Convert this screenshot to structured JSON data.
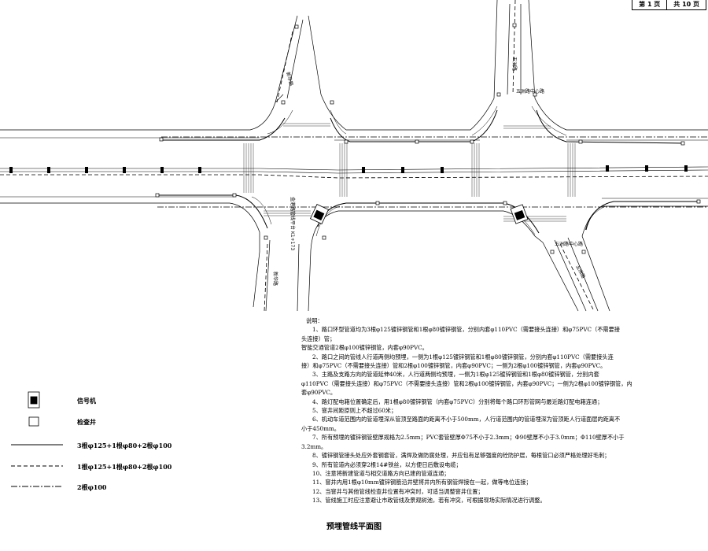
{
  "page": {
    "current": "第 1 页",
    "total": "共 10 页"
  },
  "road_labels": {
    "west_road_north": "新华路",
    "west_road_south": "新华路",
    "west_vertical": "金港路管线平台 K1+173",
    "east_road_north": "五洲路",
    "east_road_north_sign": "五洲路中心路",
    "east_road_south": "五洲路",
    "east_road_south_sign": "五洲路中心路"
  },
  "notes": {
    "heading": "说明：",
    "lines": [
      {
        "text": "1、路口环型管道均为3根φ125镀锌钢管和1根φ80镀锌钢管，分别内套φ110PVC（需要接头连接）和φ75PVC（不需要接",
        "indent": true
      },
      {
        "text": "头连接）管；",
        "indent": false
      },
      {
        "text": "智能交通管道2根φ100镀锌钢管，内套φ90PVC。",
        "indent": false
      },
      {
        "text": "2、路口之间的管线人行道两侧均预埋，一侧为1根φ125镀锌钢管和1根φ80镀锌钢管，分别内套φ110PVC（需要接头连",
        "indent": true
      },
      {
        "text": "接）和φ75PVC（不需要接头连接）管和2根φ100镀锌钢管，内套φ90PVC；一侧为2根φ100镀锌钢管，内套φ90PVC。",
        "indent": false
      },
      {
        "text": "3、主路及支路方向的管道延伸40米，人行道两侧均预埋，一侧为1根φ125镀锌钢管和1根φ80镀锌钢管，分别内套",
        "indent": true
      },
      {
        "text": "φ110PVC（需要接头连接）和φ75PVC（不需要接头连接）管和2根φ100镀锌钢管，内套φ90PVC；一侧为2根φ100镀锌钢管，内",
        "indent": false
      },
      {
        "text": "套φ90PVC。",
        "indent": false
      },
      {
        "text": "4、路灯配电箱位置确定后，用1根φ80镀锌钢管（内套φ75PVC）分别将每个路口环形管网与最近路灯配电箱连通；",
        "indent": true
      },
      {
        "text": "5、窨井间距原则上不超过60米；",
        "indent": true
      },
      {
        "text": "6、机动车道范围内的管道埋深从管顶至路面的距离不小于500mm，人行道范围内的管道埋深为管顶距人行道面层的距离不",
        "indent": true
      },
      {
        "text": "小于450mm。",
        "indent": false
      },
      {
        "text": "7、所有预埋的镀锌钢管壁厚规格为2.5mm；PVC套管壁厚Φ75不小于2.3mm；Φ90壁厚不小于3.0mm；Φ110壁厚不小于",
        "indent": true
      },
      {
        "text": "3.2mm。",
        "indent": false
      },
      {
        "text": "8、镀锌钢管接头处应外套钢套管，满焊及做防腐处理，并应包有足够强度的砼防护层，每根管口必须严格处理好毛刺；",
        "indent": true
      },
      {
        "text": "9、所有管道内必须穿2根14#铁丝，以方便日后敷设电缆；",
        "indent": true
      },
      {
        "text": "10、注意将新建管道与相交道路方向已建的管道连通；",
        "indent": true
      },
      {
        "text": "11、窨井内用1根φ10mm镀锌钢筋沿井壁将井内所有钢管焊接在一起，做等电位连接；",
        "indent": true
      },
      {
        "text": "12、当窨井与其他管线检查井位置有冲突时，可适当调整窨井位置；",
        "indent": true
      },
      {
        "text": "13、管线施工时应注意避让市政管线及景观树池，若有冲突，可根据现场实际情况进行调整。",
        "indent": true
      }
    ]
  },
  "legend": [
    {
      "symbol": "signal-controller",
      "label": "信号机"
    },
    {
      "symbol": "inspection-well",
      "label": "检查井"
    },
    {
      "symbol": "solid-line",
      "label": "3根φ125+1根φ80+2根φ100"
    },
    {
      "symbol": "dashed-line",
      "label": "1根φ125+1根φ80+2根φ100"
    },
    {
      "symbol": "dash-dot-line",
      "label": "2根φ100"
    }
  ],
  "title": "预埋管线平面图"
}
